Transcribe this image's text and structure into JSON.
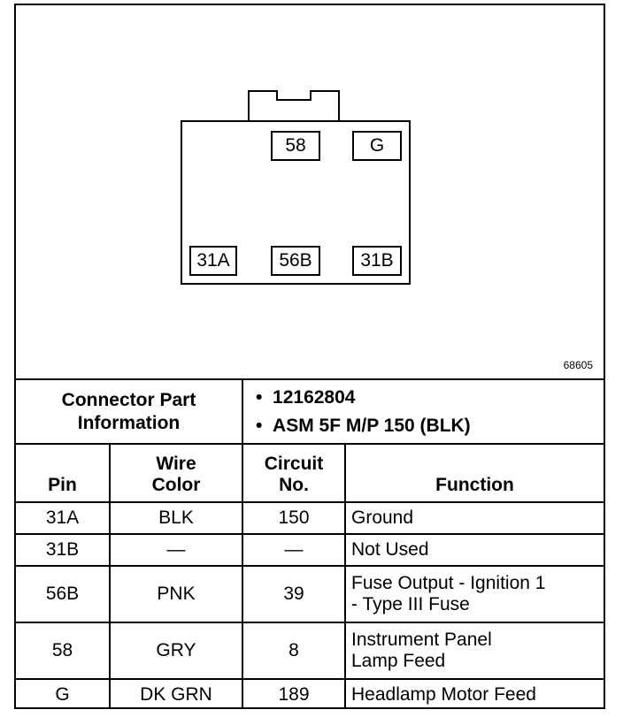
{
  "diagram": {
    "figure_number": "68605",
    "pins": [
      "58",
      "G",
      "31A",
      "56B",
      "31B"
    ]
  },
  "connector_info": {
    "label": "Connector Part Information",
    "label_line1": "Connector Part",
    "label_line2": "Information",
    "items": [
      "12162804",
      "ASM 5F M/P 150 (BLK)"
    ],
    "bullet": "•"
  },
  "table": {
    "headers": {
      "pin": "Pin",
      "wire_color_line1": "Wire",
      "wire_color_line2": "Color",
      "circuit_line1": "Circuit",
      "circuit_line2": "No.",
      "function": "Function"
    },
    "rows": [
      {
        "pin": "31A",
        "wire_color": "BLK",
        "circuit": "150",
        "function_line1": "Ground",
        "function_line2": ""
      },
      {
        "pin": "31B",
        "wire_color": "—",
        "circuit": "—",
        "function_line1": "Not Used",
        "function_line2": ""
      },
      {
        "pin": "56B",
        "wire_color": "PNK",
        "circuit": "39",
        "function_line1": "Fuse Output - Ignition 1",
        "function_line2": "- Type III Fuse"
      },
      {
        "pin": "58",
        "wire_color": "GRY",
        "circuit": "8",
        "function_line1": "Instrument Panel",
        "function_line2": "Lamp Feed"
      },
      {
        "pin": "G",
        "wire_color": "DK GRN",
        "circuit": "189",
        "function_line1": "Headlamp Motor Feed",
        "function_line2": ""
      }
    ]
  }
}
